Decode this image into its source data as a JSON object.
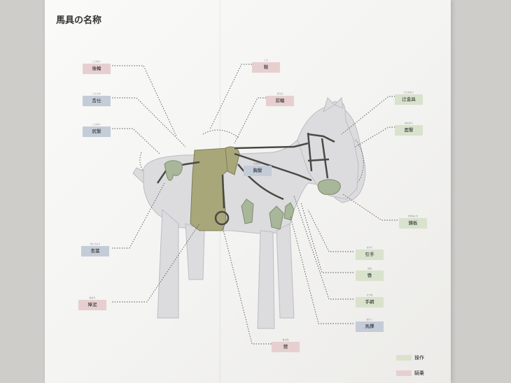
{
  "title": "馬具の名称",
  "labels": {
    "shiogai": {
      "ruby": "しりがい",
      "text": "後輪"
    },
    "shitasaki": {
      "ruby": "したさき",
      "text": "舌仕"
    },
    "shiogai2": {
      "ruby": "しりがい",
      "text": "尻繋"
    },
    "kura": {
      "ruby": "くら",
      "text": "鞍"
    },
    "maewa": {
      "ruby": "まえわ",
      "text": "前輪"
    },
    "tsujikanagu": {
      "ruby": "つじかなぐ",
      "text": "辻金具"
    },
    "omogai": {
      "ruby": "おもがい",
      "text": "面繋"
    },
    "munagai": {
      "ruby": "むながい",
      "text": "胸繋"
    },
    "kagamiita": {
      "ruby": "かがみいた",
      "text": "鏡板"
    },
    "gyoyo": {
      "ruby": "ぎょうよう",
      "text": "杏葉"
    },
    "hikite": {
      "ruby": "ひきて",
      "text": "引手"
    },
    "hami": {
      "ruby": "はみ",
      "text": "轡"
    },
    "tazuna": {
      "ruby": "たづな",
      "text": "手綱"
    },
    "aori": {
      "ruby": "あおり",
      "text": "障泥"
    },
    "bataku": {
      "ruby": "ばたく",
      "text": "馬鐸"
    },
    "abumi": {
      "ruby": "あぶみ",
      "text": "鐙"
    }
  },
  "legend": [
    {
      "text": "操作",
      "color": "#d9e2cc"
    },
    {
      "text": "騎乗",
      "color": "#e7cfd0"
    }
  ],
  "colors": {
    "pink": "#e7cfd0",
    "blue": "#c4ccd8",
    "green": "#d9e2cc",
    "horse": "#dcdcdf",
    "saddle": "#a8a77a",
    "strap": "#4a4a44"
  }
}
